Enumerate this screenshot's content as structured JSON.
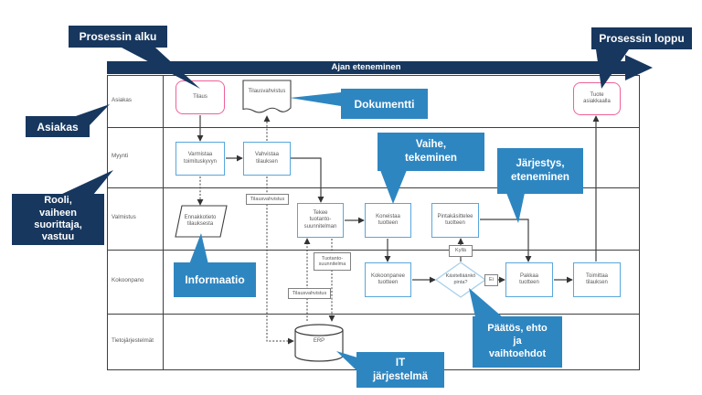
{
  "header": {
    "time_label": "Ajan eteneminen"
  },
  "lanes": {
    "asiakas": "Asiakas",
    "myynti": "Myynti",
    "valmistus": "Valmistus",
    "kokoonpano": "Kokoonpano",
    "tietojarjestelmat": "Tietojärjestelmät"
  },
  "nodes": {
    "tilaus": "Tilaus",
    "tilausvahvistus_doc": "Tilausvahvistus",
    "tuote_asiakkaalla": "Tuote\nasiakkaalla",
    "varmistaa": "Varmistaa\ntoimituskyvyn",
    "vahvistaa": "Vahvistaa\ntilauksen",
    "ennakkotieto": "Ennakkotieto\ntilauksesta",
    "tekee": "Tekee\ntuotanto-\nsuunnitelman",
    "koneistaa": "Koneistaa\ntuotteen",
    "pintakasittelee": "Pintakäsittelee\ntuotteen",
    "kokoonpanee": "Kokoonpanee\ntuotteen",
    "paatos_diamond": "Käsitelläänkö\npinta?",
    "pakkaa": "Pakkaa\ntuotteen",
    "toimittaa": "Toimittaa\ntilauksen",
    "erp": "ERP"
  },
  "edge_labels": {
    "tilausvahvistus_top": "Tilausvahvistus",
    "tuotantosuunnitelma": "Tuotanto-\nsuunnitelma",
    "tilausvahvistus_bottom": "Tilausvahvistus",
    "kylla": "Kyllä",
    "ei": "Ei"
  },
  "callouts": {
    "prosessin_alku": "Prosessin alku",
    "prosessin_loppu": "Prosessin loppu",
    "asiakas": "Asiakas",
    "rooli": "Rooli,\nvaiheen\nsuorittaja,\nvastuu",
    "dokumentti": "Dokumentti",
    "vaihe": "Vaihe,\ntekeminen",
    "jarjestys": "Järjestys,\neteneminen",
    "informaatio": "Informaatio",
    "paatos": "Päätös, ehto\nja\nvaihtoehdot",
    "it_jarjestelma": "IT\njärjestelmä"
  },
  "colors": {
    "navy_callout": "#17375e",
    "blue_callout": "#2e86c1",
    "process_border": "#59a7dd",
    "terminator_border": "#f0609a",
    "decision_border": "#a8cfe9",
    "connector": "#404040"
  }
}
